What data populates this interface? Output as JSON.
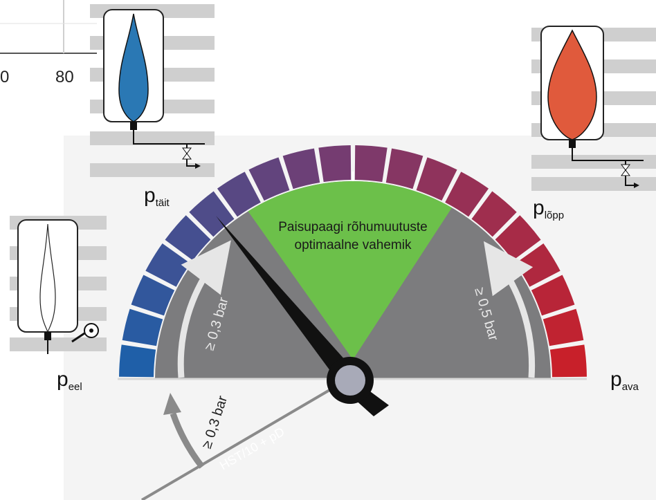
{
  "chart_axis": {
    "tick_left": "0",
    "tick_right": "80"
  },
  "labels": {
    "p_eel": {
      "main": "p",
      "sub": "eel"
    },
    "p_tait": {
      "main": "p",
      "sub": "täit"
    },
    "p_lopp": {
      "main": "p",
      "sub": "lõpp"
    },
    "p_ava": {
      "main": "p",
      "sub": "ava"
    }
  },
  "center_text": {
    "line1": "Paisupaagi rõhumuutuste",
    "line2": "optimaalne vahemik"
  },
  "annotations": {
    "inner_left": "≥ 0,3 bar",
    "inner_right": "≥ 0,5 bar",
    "outer_left": "≥ 0,3 bar",
    "formula": "HST/10 + pD"
  },
  "colors": {
    "optimal_zone": "#6cc04a",
    "needle": "#111111",
    "scale_cold": "#1f5fa8",
    "scale_hot": "#c8202a",
    "tank_fill_blue": "#2a78b4",
    "tank_fill_red": "#e05a3c"
  }
}
